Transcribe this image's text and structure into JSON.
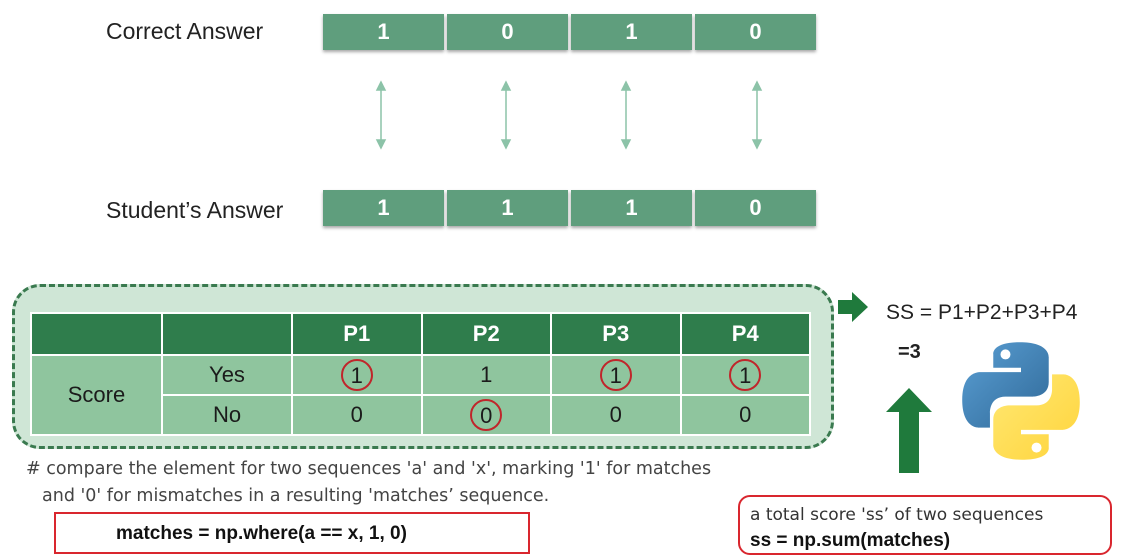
{
  "correct": {
    "label": "Correct Answer",
    "values": [
      "1",
      "0",
      "1",
      "0"
    ]
  },
  "student": {
    "label": "Student’s Answer",
    "values": [
      "1",
      "1",
      "1",
      "0"
    ]
  },
  "table": {
    "headers": [
      "P1",
      "P2",
      "P3",
      "P4"
    ],
    "row_label": "Score",
    "yes_label": "Yes",
    "no_label": "No",
    "yes_values": [
      "1",
      "1",
      "1",
      "1"
    ],
    "no_values": [
      "0",
      "0",
      "0",
      "0"
    ]
  },
  "formula": "SS = P1+P2+P3+P4",
  "result": "=3",
  "comment": {
    "line1": "# compare the element for two sequences 'a' and 'x', marking '1' for matches",
    "line2": "and '0' for mismatches in a resulting 'matches’ sequence."
  },
  "code1": "matches = np.where(a == x, 1, 0)",
  "code2": {
    "caption": "a total score 'ss’ of two sequences",
    "code": "ss = np.sum(matches)"
  },
  "colors": {
    "cell": "#5f9e7d",
    "header": "#2f7d4c",
    "highlight": "#c0262b",
    "box": "#d9262e"
  }
}
